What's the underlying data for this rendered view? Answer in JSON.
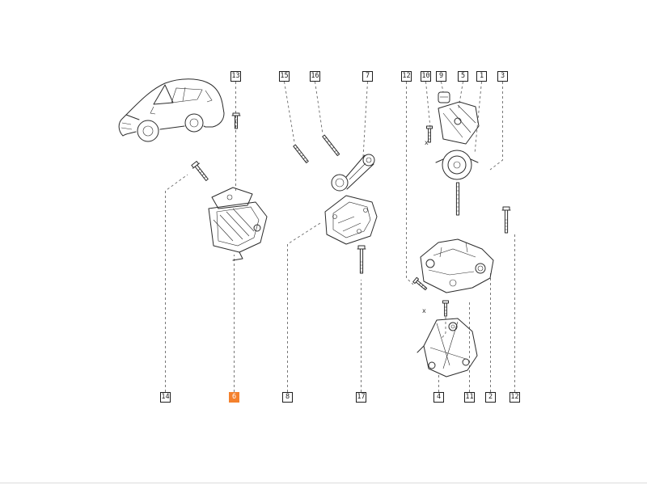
{
  "page": {
    "background": "#ffffff"
  },
  "diagram": {
    "highlight_color": "#f4812d",
    "line_color": "#2c2c2c",
    "callouts": [
      {
        "label": "13",
        "row": "top",
        "highlight": false
      },
      {
        "label": "15",
        "row": "top",
        "highlight": false
      },
      {
        "label": "16",
        "row": "top",
        "highlight": false
      },
      {
        "label": "7",
        "row": "top",
        "highlight": false
      },
      {
        "label": "12",
        "row": "top",
        "highlight": false
      },
      {
        "label": "10",
        "row": "top",
        "highlight": false
      },
      {
        "label": "9",
        "row": "top",
        "highlight": false
      },
      {
        "label": "5",
        "row": "top",
        "highlight": false
      },
      {
        "label": "1",
        "row": "top",
        "highlight": false
      },
      {
        "label": "3",
        "row": "top",
        "highlight": false
      },
      {
        "label": "14",
        "row": "bottom",
        "highlight": false
      },
      {
        "label": "6",
        "row": "bottom",
        "highlight": true
      },
      {
        "label": "8",
        "row": "bottom",
        "highlight": false
      },
      {
        "label": "17",
        "row": "bottom",
        "highlight": false
      },
      {
        "label": "4",
        "row": "bottom",
        "highlight": false
      },
      {
        "label": "11",
        "row": "bottom",
        "highlight": false
      },
      {
        "label": "2",
        "row": "bottom",
        "highlight": false
      },
      {
        "label": "12",
        "row": "bottom",
        "highlight": false
      }
    ],
    "annotations": [
      {
        "text": "x"
      },
      {
        "text": "x"
      }
    ]
  }
}
